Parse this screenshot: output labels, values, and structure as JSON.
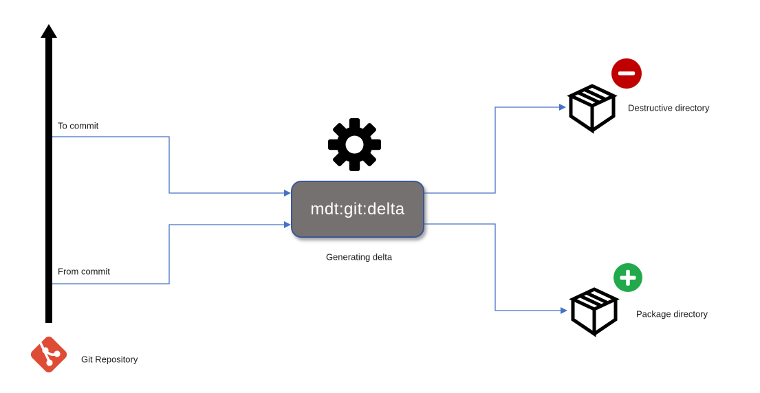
{
  "page": {
    "background": "#FFFFFF"
  },
  "diagram": {
    "timeline": {
      "to_commit_label": "To commit",
      "from_commit_label": "From commit"
    },
    "repository": {
      "label": "Git Repository"
    },
    "process": {
      "title": "mdt:git:delta",
      "caption": "Generating delta"
    },
    "outputs": [
      {
        "id": "destructive",
        "label": "Destructive directory",
        "badge": "minus"
      },
      {
        "id": "package",
        "label": "Package directory",
        "badge": "plus"
      }
    ],
    "colors": {
      "connector_blue": "#4472C4",
      "process_fill_gray": "#767171",
      "process_border_blue": "#3A5795",
      "badge_red": "#C00000",
      "badge_green": "#21A94B",
      "git_orange": "#DE4C36",
      "icon_black": "#000000",
      "text_dark": "#1A1A1A"
    },
    "icons": {
      "timeline": "up-arrow-icon",
      "process": "gear-icon",
      "destructive": "package-box-icon",
      "destructive_badge": "minus-badge-icon",
      "package": "package-box-icon",
      "package_badge": "plus-badge-icon",
      "repository": "git-logo-icon"
    }
  }
}
